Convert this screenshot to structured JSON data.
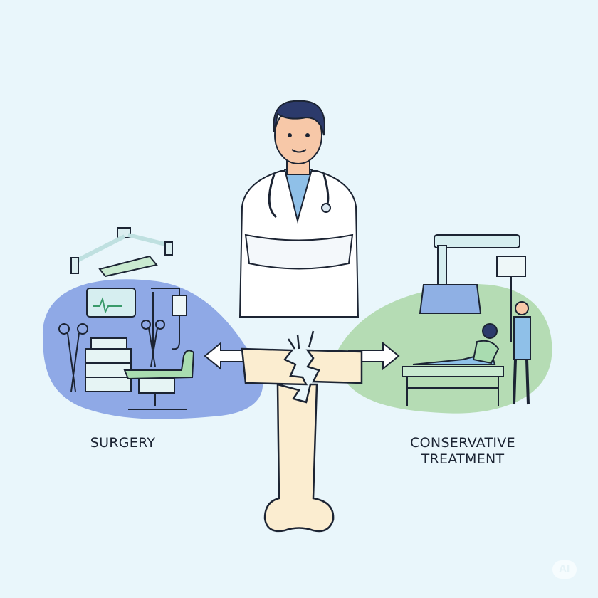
{
  "labels": {
    "surgery": "SURGERY",
    "conservative_line1": "CONSERVATIVE",
    "conservative_line2": "TREATMENT"
  },
  "watermark": "AI",
  "colors": {
    "background": "#e9f6fb",
    "surgery_blob": "#8fa9e6",
    "conservative_blob": "#b5dcb4",
    "bone": "#fbedd0",
    "outline": "#1c2433",
    "coat": "#ffffff",
    "shirt": "#8fc0e8"
  }
}
